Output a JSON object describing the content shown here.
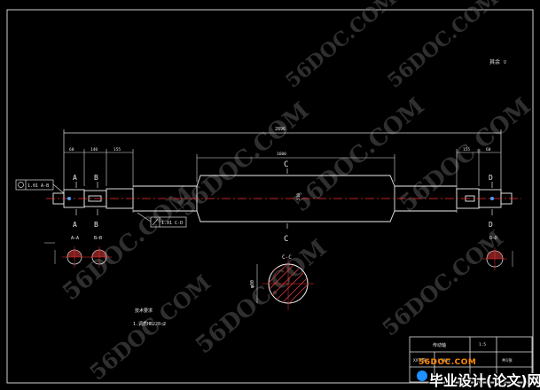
{
  "labels": {
    "note_topright": "其余 ▽",
    "dim_total": "2896",
    "dim_middle": "1600",
    "dim_left1": "60",
    "dim_left2": "140",
    "dim_left3": "155",
    "dim_right1": "155",
    "dim_right2": "60",
    "dim_center": "510",
    "dim_height": "φ80",
    "section_a": "A",
    "section_b": "B",
    "section_c": "C",
    "section_d": "D",
    "sec_aa": "A—A",
    "sec_bb": "B—B",
    "sec_cc": "C-C",
    "sec_dd": "D—D",
    "tol_left": "1.01 A-B",
    "tol_mid": "1.01 C-D",
    "tech_title": "技术要求",
    "tech_line": "1.调质HB220-2",
    "title_block_name": "传动轴",
    "title_block_scale": "1:5",
    "title_block_school": "XX学院",
    "title_block_no": "YY001",
    "title_block_sheet": "共1张"
  },
  "watermark": "56DOC.COM",
  "site": {
    "url": "56DOC.COM",
    "name": "毕业设计(论文)网"
  }
}
